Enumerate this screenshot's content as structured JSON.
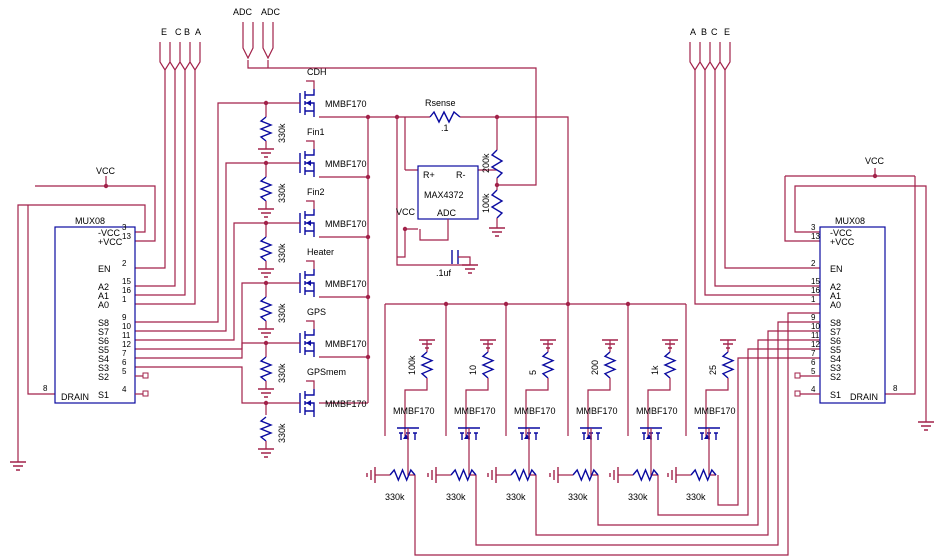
{
  "left_mux": {
    "part": "MUX08",
    "vcc_label": "VCC",
    "connector_labels": [
      "E",
      "C",
      "B",
      "A"
    ],
    "pins": [
      {
        "name": "-VCC",
        "num": "3"
      },
      {
        "name": "+VCC",
        "num": "13"
      },
      {
        "name": "EN",
        "num": "2"
      },
      {
        "name": "A2",
        "num": "15"
      },
      {
        "name": "A1",
        "num": "16"
      },
      {
        "name": "A0",
        "num": "1"
      },
      {
        "name": "S8",
        "num": "9"
      },
      {
        "name": "S7",
        "num": "10"
      },
      {
        "name": "S6",
        "num": "11"
      },
      {
        "name": "S5",
        "num": "12"
      },
      {
        "name": "S4",
        "num": "7"
      },
      {
        "name": "S3",
        "num": "6"
      },
      {
        "name": "S2",
        "num": "5"
      },
      {
        "name": "S1",
        "num": "4"
      }
    ],
    "drain_label": "DRAIN",
    "drain_pin": "8"
  },
  "right_mux": {
    "part": "MUX08",
    "vcc_label": "VCC",
    "connector_labels": [
      "A",
      "B",
      "C",
      "E"
    ],
    "pins": [
      {
        "name": "-VCC",
        "num": "3"
      },
      {
        "name": "+VCC",
        "num": "13"
      },
      {
        "name": "EN",
        "num": "2"
      },
      {
        "name": "A2",
        "num": "15"
      },
      {
        "name": "A1",
        "num": "16"
      },
      {
        "name": "A0",
        "num": "1"
      },
      {
        "name": "S8",
        "num": "9"
      },
      {
        "name": "S7",
        "num": "10"
      },
      {
        "name": "S6",
        "num": "11"
      },
      {
        "name": "S5",
        "num": "12"
      },
      {
        "name": "S4",
        "num": "7"
      },
      {
        "name": "S3",
        "num": "6"
      },
      {
        "name": "S2",
        "num": "5"
      },
      {
        "name": "S1",
        "num": "4"
      }
    ],
    "drain_label": "DRAIN",
    "drain_pin": "8"
  },
  "adc_connectors": [
    "ADC",
    "ADC"
  ],
  "switches": [
    {
      "label": "CDH",
      "part": "MMBF170",
      "resistor": "330k"
    },
    {
      "label": "Fin1",
      "part": "MMBF170",
      "resistor": "330k"
    },
    {
      "label": "Fin2",
      "part": "MMBF170",
      "resistor": "330k"
    },
    {
      "label": "Heater",
      "part": "MMBF170",
      "resistor": "330k"
    },
    {
      "label": "GPS",
      "part": "MMBF170",
      "resistor": "330k"
    },
    {
      "label": "GPSmem",
      "part": "MMBF170",
      "resistor": "330k"
    }
  ],
  "sense": {
    "rsense_label": "Rsense",
    "rsense_value": ".1",
    "ic_part": "MAX4372",
    "pin_rplus": "R+",
    "pin_rminus": "R-",
    "pin_adc": "ADC",
    "vcc_label": "VCC",
    "cap_value": ".1uf",
    "div_top": "200k",
    "div_bottom": "100k"
  },
  "loads": [
    {
      "value": "100k",
      "part": "MMBF170",
      "gate_res": "330k"
    },
    {
      "value": "10",
      "part": "MMBF170",
      "gate_res": "330k"
    },
    {
      "value": "5",
      "part": "MMBF170",
      "gate_res": "330k"
    },
    {
      "value": "200",
      "part": "MMBF170",
      "gate_res": "330k"
    },
    {
      "value": "1k",
      "part": "MMBF170",
      "gate_res": "330k"
    },
    {
      "value": "25",
      "part": "MMBF170",
      "gate_res": "330k"
    }
  ],
  "colors": {
    "wire": "#a2224a",
    "part": "#0a0aa0",
    "text": "#000000"
  }
}
